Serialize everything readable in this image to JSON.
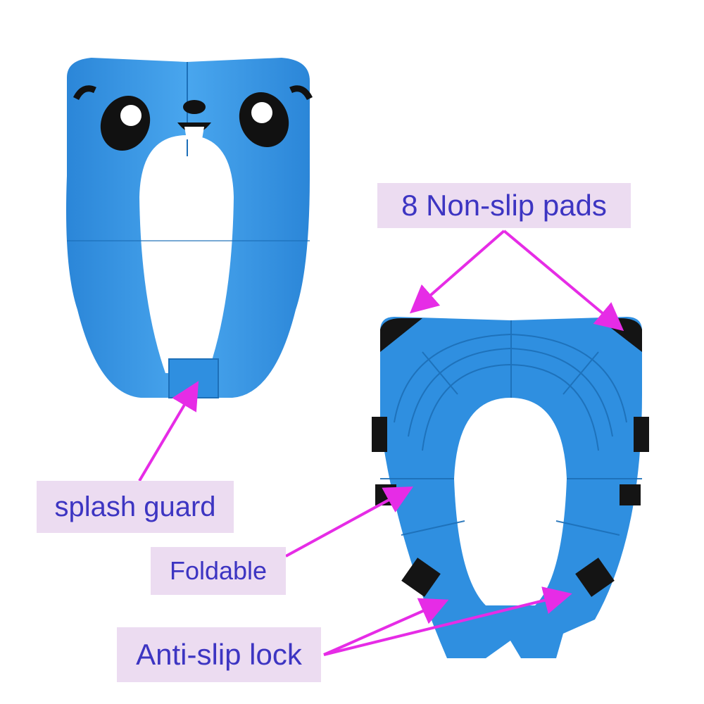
{
  "image": {
    "subject": "Foldable potty training seat with panda face",
    "colors": {
      "seat_blue": "#2f8fe0",
      "seat_blue_light": "#5cb2f0",
      "pad_black": "#141414",
      "arrow_magenta": "#e62ce6",
      "label_bg": "#ecdcf1",
      "label_text": "#3d35c2"
    }
  },
  "labels": {
    "non_slip_pads": "8 Non-slip pads",
    "splash_guard": "splash guard",
    "foldable": "Foldable",
    "anti_slip_lock": "Anti-slip lock"
  }
}
